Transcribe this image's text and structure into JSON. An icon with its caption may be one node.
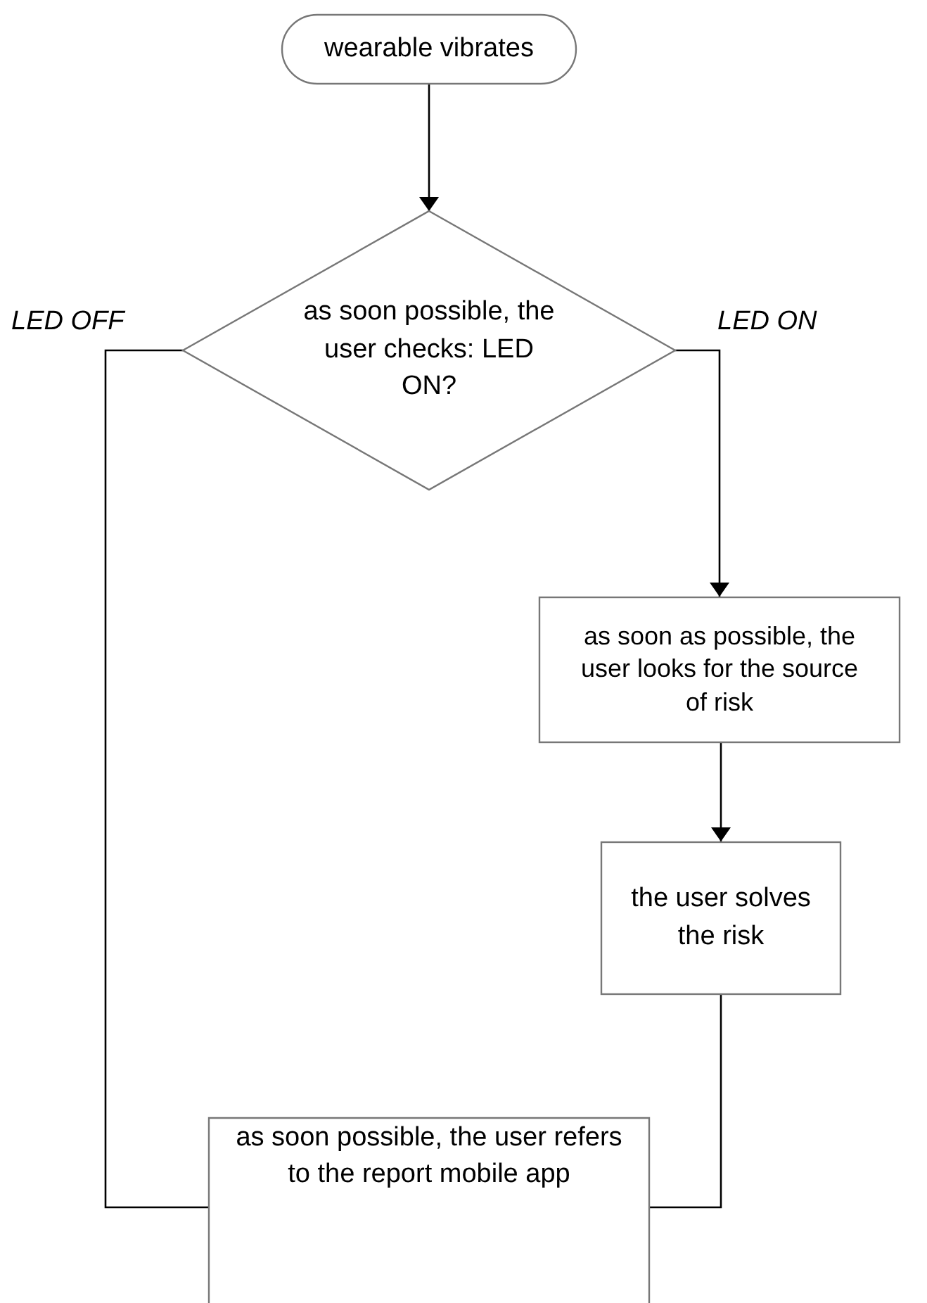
{
  "diagram": {
    "nodes": [
      {
        "text": [
          "wearable vibrates"
        ]
      },
      {
        "text": [
          "as soon possible, the user checks: LED ON?"
        ]
      },
      {
        "text": [
          "as soon as possible, the user looks for the source of risk"
        ]
      },
      {
        "text": [
          "the user solves the risk"
        ]
      },
      {
        "text": [
          "as soon possible, the user refers to the report mobile app"
        ]
      }
    ],
    "edges": [
      {
        "from": 0,
        "to": 1,
        "arrow": "to"
      },
      {
        "from": 1,
        "to": 2,
        "arrow": "to",
        "label": "LED ON"
      },
      {
        "from": 2,
        "to": 3,
        "arrow": "to"
      },
      {
        "from": 1,
        "to": 4,
        "arrow": "to",
        "label": "LED OFF"
      },
      {
        "from": 3,
        "to": 4,
        "arrow": "to"
      }
    ]
  }
}
